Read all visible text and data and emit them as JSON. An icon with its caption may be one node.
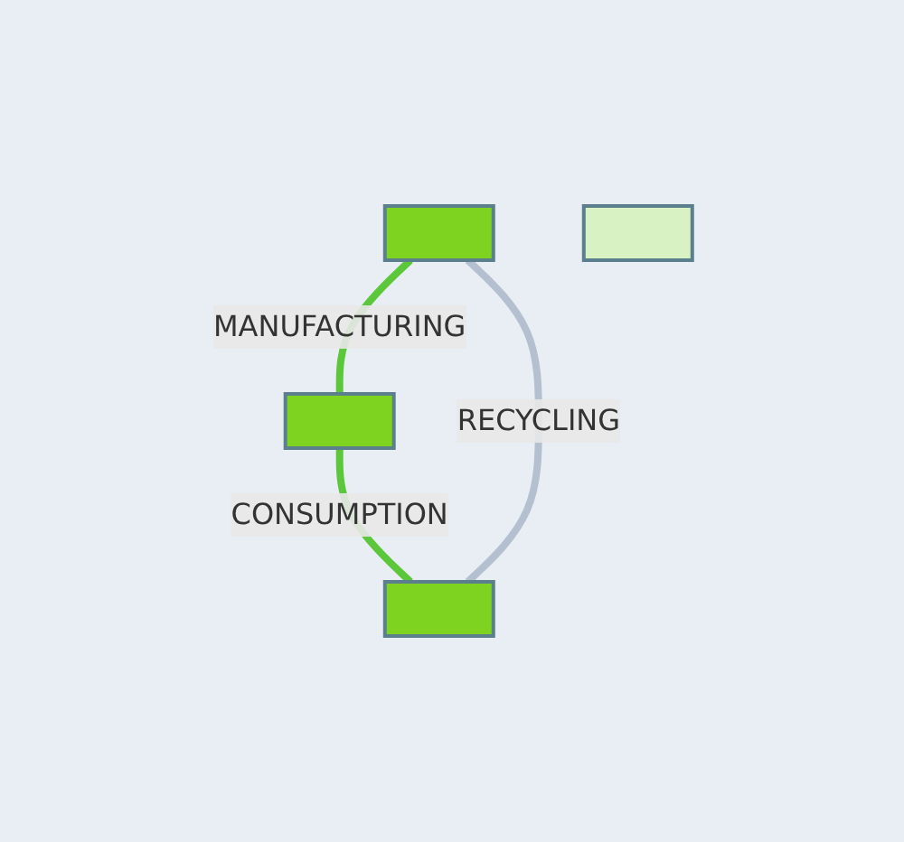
{
  "diagram": {
    "nodes": [
      {
        "text": [],
        "shape": "box"
      },
      {
        "text": [],
        "shape": "box"
      },
      {
        "text": [],
        "shape": "box"
      },
      {
        "text": [],
        "shape": "box"
      }
    ],
    "edges": [
      {
        "from": 0,
        "to": 1,
        "arrow": "none",
        "label": "MANUFACTURING"
      },
      {
        "from": 1,
        "to": 2,
        "arrow": "none",
        "label": "CONSUMPTION"
      },
      {
        "from": 2,
        "to": 0,
        "arrow": "none",
        "label": "RECYCLING",
        "color": "#b4bfcf"
      }
    ]
  }
}
